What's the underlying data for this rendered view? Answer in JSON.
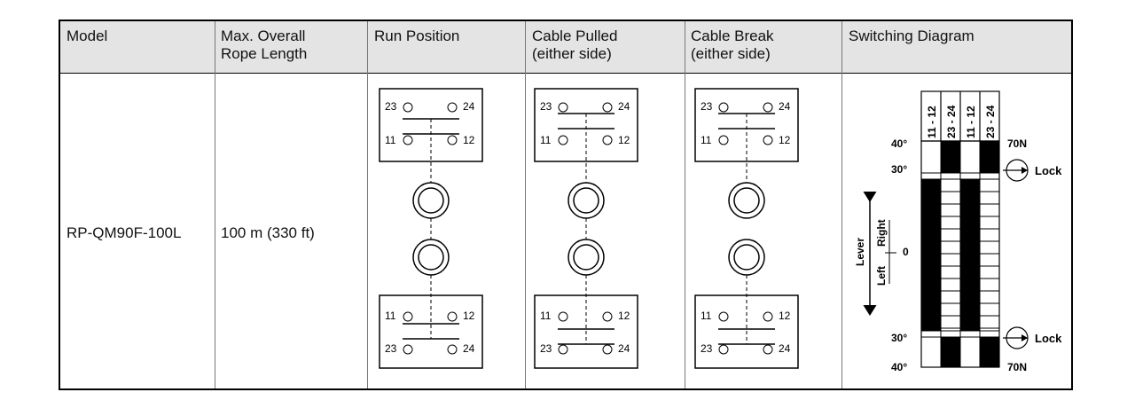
{
  "table": {
    "headers": {
      "model": "Model",
      "rope_length": [
        "Max. Overall",
        "Rope Length"
      ],
      "run_position": "Run Position",
      "cable_pulled": [
        "Cable Pulled",
        "(either side)"
      ],
      "cable_break": [
        "Cable Break",
        "(either side)"
      ],
      "switching_diagram": "Switching Diagram"
    },
    "row": {
      "model": "RP-QM90F-100L",
      "rope_length": "100 m (330 ft)"
    }
  },
  "contact_labels": {
    "t23": "23",
    "t24": "24",
    "t11": "11",
    "t12": "12"
  },
  "switching_diagram": {
    "columns": [
      "11 - 12",
      "23 - 24",
      "11 - 12",
      "23 - 24"
    ],
    "angle_top_40": "40°",
    "angle_top_30": "30°",
    "angle_zero": "0",
    "angle_bot_30": "30°",
    "angle_bot_40": "40°",
    "force_top": "70N",
    "force_bottom": "70N",
    "lock_top": "Lock",
    "lock_bottom": "Lock",
    "lever_label": "Lever",
    "right_label": "Right",
    "left_label": "Left"
  }
}
